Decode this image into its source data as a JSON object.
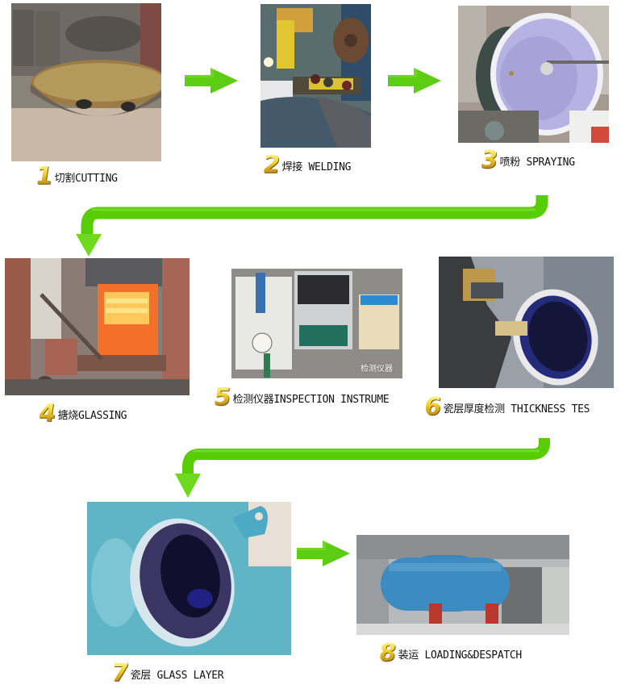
{
  "diagram": {
    "title": "Glass-lined vessel production process",
    "accent_color": "#56c800",
    "number_color": "#e6c21a",
    "steps": [
      {
        "number": "1",
        "label": "切割CUTTING",
        "image": "cutting-photo"
      },
      {
        "number": "2",
        "label": "焊接 WELDING",
        "image": "welding-photo"
      },
      {
        "number": "3",
        "label": "喷粉 SPRAYING",
        "image": "spraying-photo"
      },
      {
        "number": "4",
        "label": "搪烧GLASSING",
        "image": "glassing-furnace-photo"
      },
      {
        "number": "5",
        "label": "检测仪器INSPECTION INSTRUME",
        "image": "inspection-instrument-photo",
        "overlay_text": "检测仪器"
      },
      {
        "number": "6",
        "label": "瓷层厚度检测 THICKNESS TES",
        "image": "thickness-test-photo"
      },
      {
        "number": "7",
        "label": "瓷层 GLASS LAYER",
        "image": "glass-layer-photo"
      },
      {
        "number": "8",
        "label": "装运 LOADING&DESPATCH",
        "image": "loading-despatch-photo"
      }
    ],
    "connectors": [
      {
        "from": "1",
        "to": "2",
        "type": "arrow-right"
      },
      {
        "from": "2",
        "to": "3",
        "type": "arrow-right"
      },
      {
        "from": "3",
        "to": "4",
        "type": "elbow-arrow-down"
      },
      {
        "from": "6",
        "to": "7",
        "type": "elbow-arrow-down"
      },
      {
        "from": "7",
        "to": "8",
        "type": "arrow-right"
      }
    ]
  }
}
